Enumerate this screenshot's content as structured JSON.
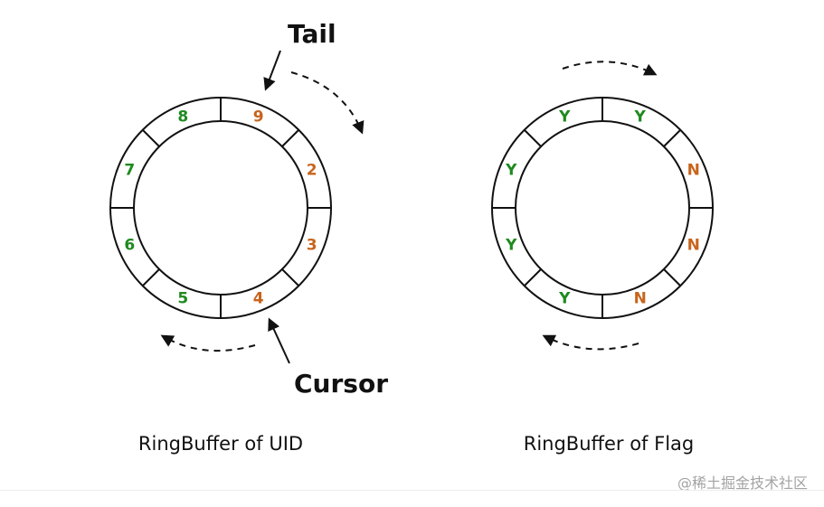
{
  "colors": {
    "filled": "#1e8a1e",
    "pending": "#c8641c",
    "outline": "#111111",
    "watermark": "#a3a3a3"
  },
  "uid_ring": {
    "caption": "RingBuffer of UID",
    "tail_label": "Tail",
    "cursor_label": "Cursor",
    "slots": [
      {
        "text": "9",
        "status": "pending"
      },
      {
        "text": "2",
        "status": "pending"
      },
      {
        "text": "3",
        "status": "pending"
      },
      {
        "text": "4",
        "status": "pending"
      },
      {
        "text": "5",
        "status": "filled"
      },
      {
        "text": "6",
        "status": "filled"
      },
      {
        "text": "7",
        "status": "filled"
      },
      {
        "text": "8",
        "status": "filled"
      }
    ]
  },
  "flag_ring": {
    "caption": "RingBuffer of Flag",
    "slots": [
      {
        "text": "Y",
        "status": "filled"
      },
      {
        "text": "N",
        "status": "pending"
      },
      {
        "text": "N",
        "status": "pending"
      },
      {
        "text": "N",
        "status": "pending"
      },
      {
        "text": "Y",
        "status": "filled"
      },
      {
        "text": "Y",
        "status": "filled"
      },
      {
        "text": "Y",
        "status": "filled"
      },
      {
        "text": "Y",
        "status": "filled"
      }
    ]
  },
  "watermark": "@稀土掘金技术社区",
  "icons": {
    "rotation_arrow": "dashed-curved-arrow-icon",
    "pointer_arrow": "pointer-arrow-icon"
  }
}
